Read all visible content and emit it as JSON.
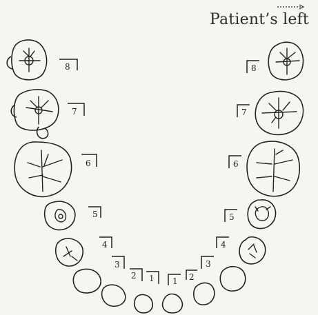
{
  "header": {
    "side_label": "Patient’s left"
  },
  "teeth": {
    "upper_left_labels": [
      "8",
      "7",
      "6",
      "5",
      "4",
      "3",
      "2",
      "1"
    ],
    "upper_right_labels": [
      "8",
      "7",
      "6",
      "5",
      "4",
      "3",
      "2",
      "1"
    ]
  }
}
